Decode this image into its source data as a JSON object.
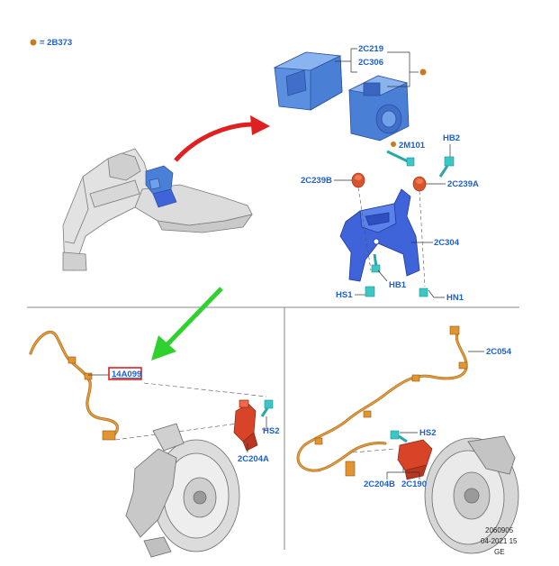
{
  "legend": {
    "dot_color": "#c77a21",
    "text": "= 2B373"
  },
  "colors": {
    "label": "#1f5fc9",
    "module": "#4a7fd6",
    "bracket": "#3f63d8",
    "bolt": "#3cc6c6",
    "grommet": "#d9532b",
    "sensor_red": "#d84428",
    "harness": "#e3932f",
    "arrow_red": "#e02020",
    "arrow_green": "#2fd12f",
    "highlight_box": "#e02020",
    "frame_line": "#888888",
    "grey_part": "#d6d6d6",
    "grey_edge": "#7a7a7a"
  },
  "labels": {
    "l_2c219": "2C219",
    "l_2c306": "2C306",
    "l_2m101": "2M101",
    "l_hb2": "HB2",
    "l_2c239b": "2C239B",
    "l_2c239a": "2C239A",
    "l_2c304": "2C304",
    "l_hb1": "HB1",
    "l_hs1": "HS1",
    "l_hn1": "HN1",
    "l_14a099": "14A099",
    "l_hs2_front": "HS2",
    "l_2c204a": "2C204A",
    "l_2c054": "2C054",
    "l_hs2_rear": "HS2",
    "l_2c204b": "2C204B",
    "l_2c190": "2C190"
  },
  "footer": {
    "line1": "2060905",
    "line2": "04-2021 15",
    "line3": "GE"
  }
}
